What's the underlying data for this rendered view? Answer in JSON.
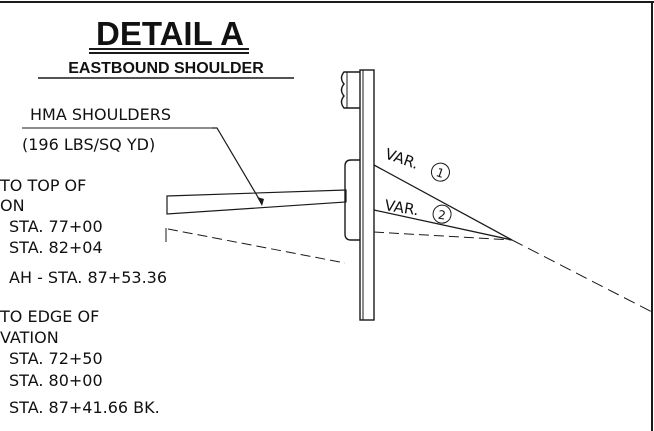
{
  "title": "DETAIL A",
  "subtitle": "EASTBOUND SHOULDER",
  "callout": {
    "line1": "HMA SHOULDERS",
    "line2": "(196 LBS/SQ YD)"
  },
  "note_top": {
    "line1": "TO TOP OF",
    "line2": "ON",
    "line3": "STA. 77+00",
    "line4": "STA. 82+04",
    "line5": "AH - STA. 87+53.36"
  },
  "note_bottom": {
    "line1": "TO EDGE OF",
    "line2": "VATION",
    "line3": "STA. 72+50",
    "line4": "STA. 80+00",
    "line5": "STA. 87+41.66 BK."
  },
  "slopes": [
    {
      "label": "VAR.",
      "mark": "1"
    },
    {
      "label": "VAR.",
      "mark": "2"
    }
  ]
}
